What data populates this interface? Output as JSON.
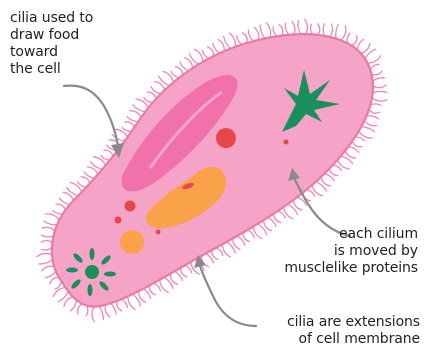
{
  "annotations": {
    "cilia_food": {
      "lines": [
        "cilia used to",
        "draw food",
        "toward",
        "the cell"
      ]
    },
    "cilium_proteins": {
      "lines": [
        "each cilium",
        "is moved by",
        "musclelike proteins"
      ]
    },
    "cilia_membrane": {
      "lines": [
        "cilia are extensions",
        "of cell membrane"
      ]
    }
  },
  "colors": {
    "cell_body": "#f5a3c7",
    "cell_membrane": "#e97aa8",
    "cilia": "#ee87b5",
    "oral_groove": "#f06aa5",
    "food_vacuole": "#f9a24a",
    "vacuole_red": "#e8464a",
    "contractile_vacuole": "#1a8f5c",
    "arrow": "#8a8a8a"
  }
}
